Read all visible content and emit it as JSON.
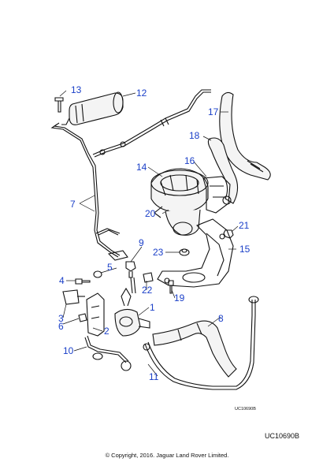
{
  "callouts": [
    "1",
    "2",
    "3",
    "4",
    "5",
    "6",
    "7",
    "8",
    "9",
    "10",
    "11",
    "12",
    "13",
    "14",
    "15",
    "16",
    "17",
    "18",
    "19",
    "20",
    "21",
    "22",
    "23"
  ],
  "diagram_ref_small": "UC10690B",
  "diagram_ref_large": "UC10690B",
  "copyright": "© Copyright, 2016. Jaguar Land Rover Limited.",
  "colors": {
    "callout": "#1a3fc8",
    "line": "#111111"
  }
}
